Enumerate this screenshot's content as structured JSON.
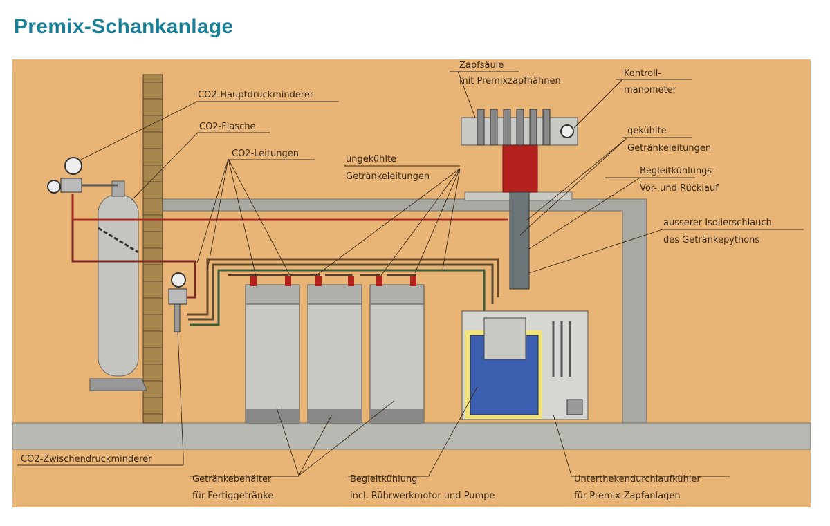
{
  "title": "Premix-Schankanlage",
  "labels": {
    "co2_main_regulator": "CO2-Hauptdruckminderer",
    "co2_bottle": "CO2-Flasche",
    "co2_lines": "CO2-Leitungen",
    "uncooled_lines_1": "ungekühlte",
    "uncooled_lines_2": "Getränkeleitungen",
    "tower_1": "Zapfsäule",
    "tower_2": "mit Premixzapfhähnen",
    "gauge_1": "Kontroll-",
    "gauge_2": "manometer",
    "cooled_lines_1": "gekühlte",
    "cooled_lines_2": "Getränkeleitungen",
    "recirc_1": "Begleitkühlungs-",
    "recirc_2": "Vor- und Rücklauf",
    "insulation_1": "ausserer Isolierschlauch",
    "insulation_2": "des Getränkepythons",
    "co2_secondary_regulator": "CO2-Zwischendruckminderer",
    "containers_1": "Getränkebehälter",
    "containers_2": "für Fertiggetränke",
    "recirc_unit_1": "Begleitkühlung",
    "recirc_unit_2": "incl. Rührwerkmotor und Pumpe",
    "cooler_1": "Unterthekendurchlaufkühler",
    "cooler_2": "für Premix-Zapfanlagen"
  },
  "colors": {
    "background": "#e8b576",
    "title": "#1a7f96",
    "gray": "#b9b9b3",
    "red": "#b3221c",
    "blue": "#3c5fb0"
  }
}
